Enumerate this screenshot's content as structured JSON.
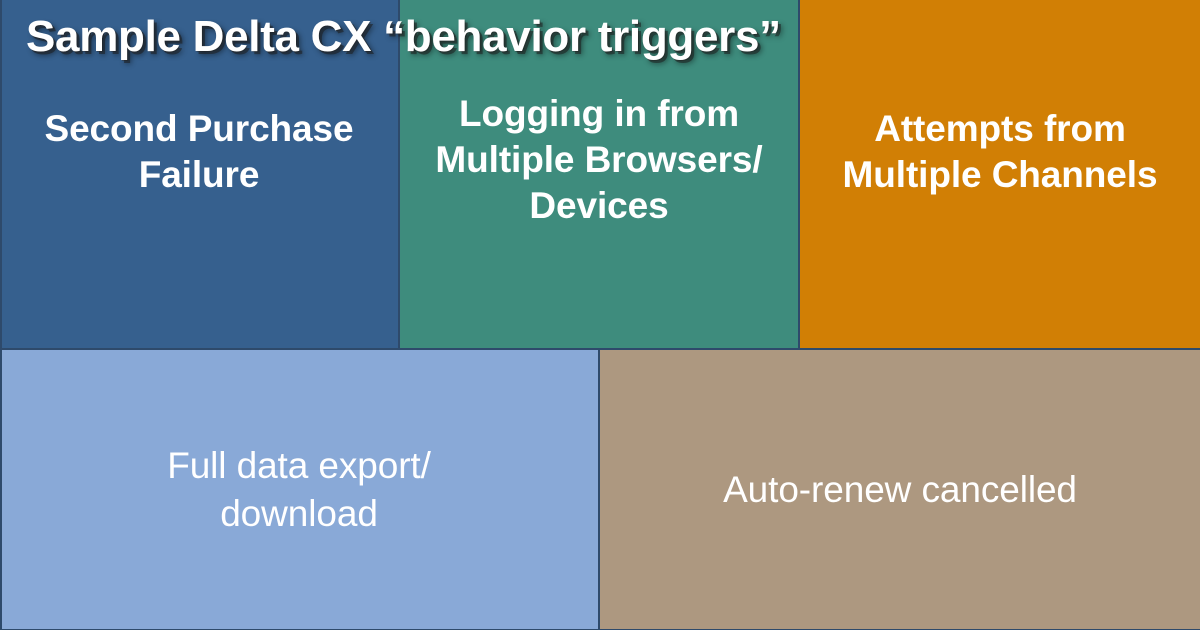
{
  "headline": {
    "text": "Sample Delta CX “behavior triggers”",
    "color": "#ffffff",
    "has_drop_shadow": true
  },
  "palette": {
    "blue": "#36608E",
    "teal": "#3E8C7D",
    "orange": "#D17F05",
    "light_blue": "#89A9D7",
    "tan": "#AD9880",
    "divider": "#2E4A6B",
    "text": "#ffffff"
  },
  "tiles": {
    "top_row": [
      {
        "id": "second-purchase-failure",
        "label": "Second Purchase\nFailure",
        "color": "#36608E",
        "weight": "bold"
      },
      {
        "id": "multiple-browsers",
        "label": "Logging in from\nMultiple Browsers/\nDevices",
        "color": "#3E8C7D",
        "weight": "bold"
      },
      {
        "id": "multiple-channels",
        "label": "Attempts from\nMultiple Channels",
        "color": "#D17F05",
        "weight": "bold"
      }
    ],
    "bottom_row": [
      {
        "id": "full-data-export",
        "label": "Full data export/\ndownload",
        "color": "#89A9D7",
        "weight": "normal"
      },
      {
        "id": "auto-renew-cancelled",
        "label": "Auto-renew cancelled",
        "color": "#AD9880",
        "weight": "normal"
      }
    ]
  }
}
